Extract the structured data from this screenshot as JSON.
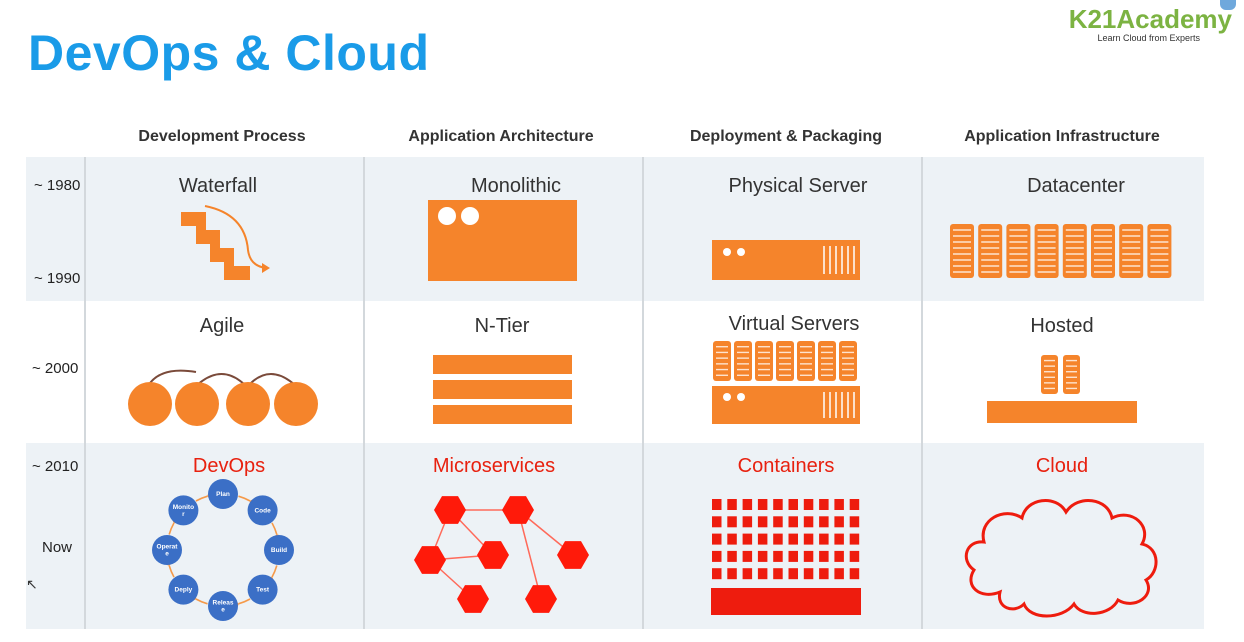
{
  "title": "DevOps & Cloud",
  "logo": {
    "name": "K21Academy",
    "tagline": "Learn Cloud from Experts"
  },
  "columns": [
    "Development Process",
    "Application Architecture",
    "Deployment & Packaging",
    "Application Infrastructure"
  ],
  "eras": [
    "~ 1980",
    "~ 1990",
    "~ 2000",
    "~ 2010",
    "Now"
  ],
  "rows": [
    [
      "Waterfall",
      "Monolithic",
      "Physical Server",
      "Datacenter"
    ],
    [
      "Agile",
      "N-Tier",
      "Virtual Servers",
      "Hosted"
    ],
    [
      "DevOps",
      "Microservices",
      "Containers",
      "Cloud"
    ]
  ],
  "devops_cycle": [
    "Plan",
    "Code",
    "Build",
    "Test",
    "Release",
    "Deploy",
    "Operate",
    "Monitor"
  ],
  "colors": {
    "title": "#1a9be8",
    "accent": "#f5842b",
    "highlight": "#e8210f",
    "devops_node": "#3b6fc6",
    "logo": "#7cb342"
  }
}
